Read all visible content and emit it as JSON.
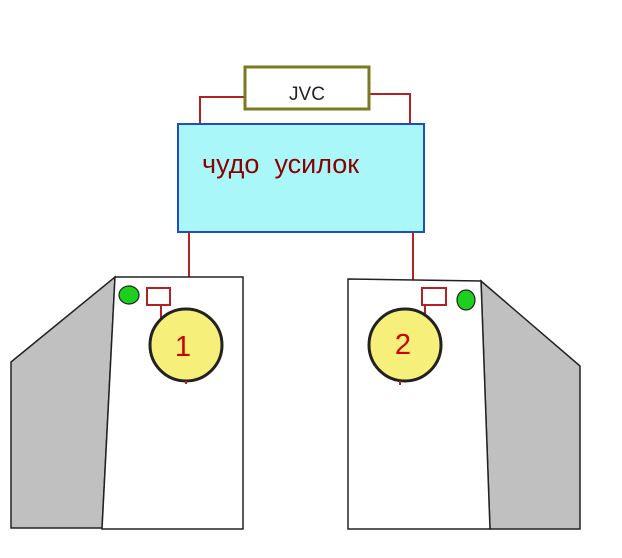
{
  "source": {
    "label": "JVC"
  },
  "amplifier": {
    "label": "чудо  усилок"
  },
  "speakers": [
    {
      "label": "1"
    },
    {
      "label": "2"
    }
  ],
  "colors": {
    "wire": "#b22222",
    "source_border": "#7a7a1e",
    "amplifier_fill": "#aaf7f9",
    "amplifier_border": "#1c4fc4",
    "amplifier_text": "#8b0000",
    "speaker_cone": "#f6f07a",
    "speaker_number": "#cc0000",
    "cabinet_side": "#c0c0c0",
    "led": "#1ed01e"
  }
}
